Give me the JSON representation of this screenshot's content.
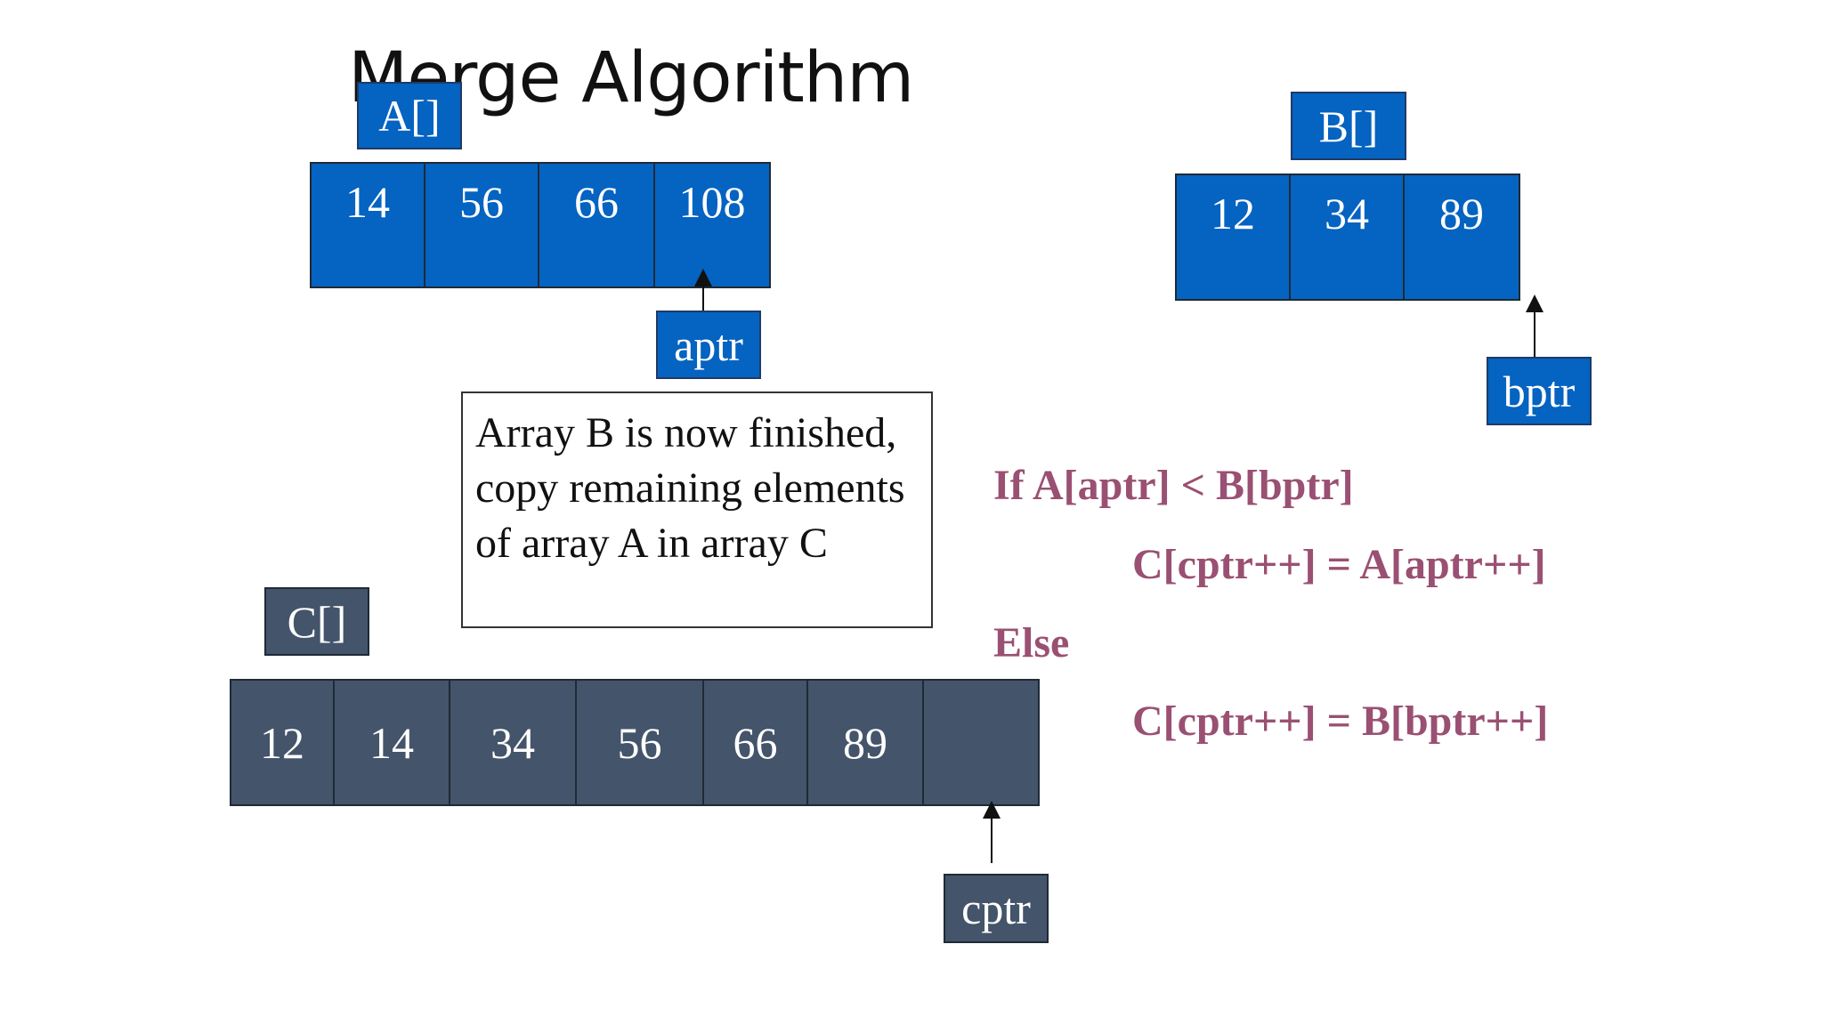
{
  "title": "Merge Algorithm",
  "arrays": {
    "a": {
      "label": "A[]",
      "values": [
        "14",
        "56",
        "66",
        "108"
      ]
    },
    "b": {
      "label": "B[]",
      "values": [
        "12",
        "34",
        "89"
      ]
    },
    "c": {
      "label": "C[]",
      "values": [
        "12",
        "14",
        "34",
        "56",
        "66",
        "89",
        ""
      ]
    }
  },
  "pointers": {
    "aptr": "aptr",
    "bptr": "bptr",
    "cptr": "cptr"
  },
  "note": "Array B is now finished, copy remaining elements of array A in array C",
  "code": {
    "line1": "If A[aptr] < B[bptr]",
    "line2": "C[cptr++] = A[aptr++]",
    "line3": "Else",
    "line4": "C[cptr++] = B[bptr++]"
  },
  "colors": {
    "array_blue": "#0563c1",
    "array_dark": "#44546a",
    "code_text": "#9a5072"
  }
}
